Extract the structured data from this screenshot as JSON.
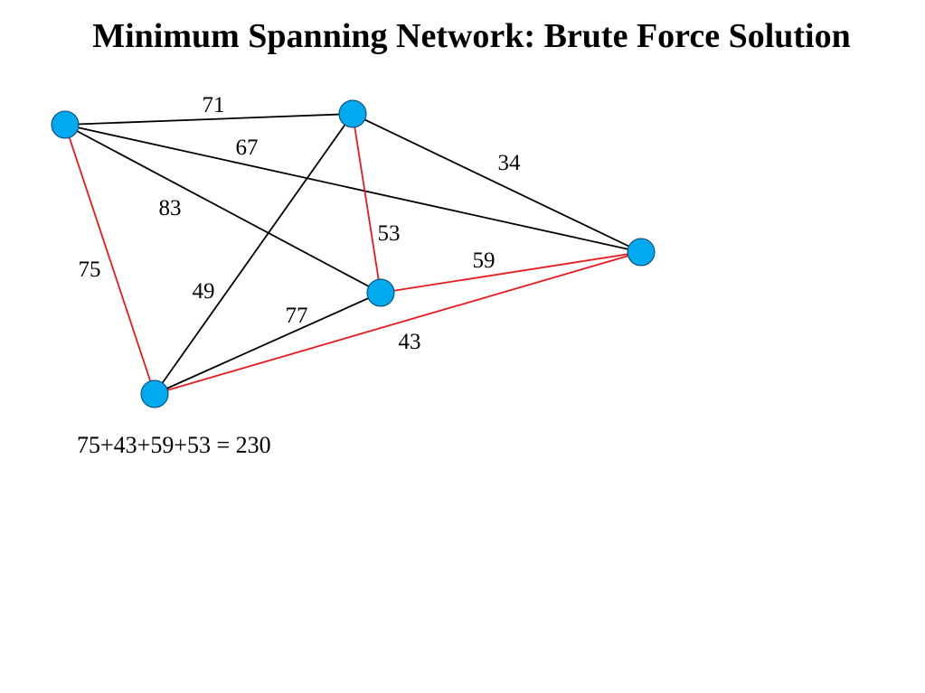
{
  "slide": {
    "title": "Minimum Spanning Network: Brute Force Solution",
    "total_equation": "75+43+59+53 = 230"
  },
  "colors": {
    "node_fill": "#00aaee",
    "edge_normal": "#000000",
    "edge_selected": "#e8191c",
    "background": "#ffffff"
  },
  "network": {
    "nodes": [
      {
        "id": "A"
      },
      {
        "id": "B"
      },
      {
        "id": "C"
      },
      {
        "id": "D"
      },
      {
        "id": "E"
      }
    ],
    "edges": [
      {
        "id": "A-B",
        "from": "A",
        "to": "B",
        "weight": "71",
        "selected": false
      },
      {
        "id": "A-D",
        "from": "A",
        "to": "D",
        "weight": "67",
        "selected": false
      },
      {
        "id": "A-C",
        "from": "A",
        "to": "C",
        "weight": "83",
        "selected": false
      },
      {
        "id": "A-E",
        "from": "A",
        "to": "E",
        "weight": "75",
        "selected": true
      },
      {
        "id": "B-D",
        "from": "B",
        "to": "D",
        "weight": "34",
        "selected": false
      },
      {
        "id": "B-C",
        "from": "B",
        "to": "C",
        "weight": "53",
        "selected": true
      },
      {
        "id": "B-E",
        "from": "B",
        "to": "E",
        "weight": "49",
        "selected": false
      },
      {
        "id": "C-D",
        "from": "C",
        "to": "D",
        "weight": "59",
        "selected": true
      },
      {
        "id": "C-E",
        "from": "C",
        "to": "E",
        "weight": "77",
        "selected": false
      },
      {
        "id": "D-E",
        "from": "D",
        "to": "E",
        "weight": "43",
        "selected": true
      }
    ]
  }
}
